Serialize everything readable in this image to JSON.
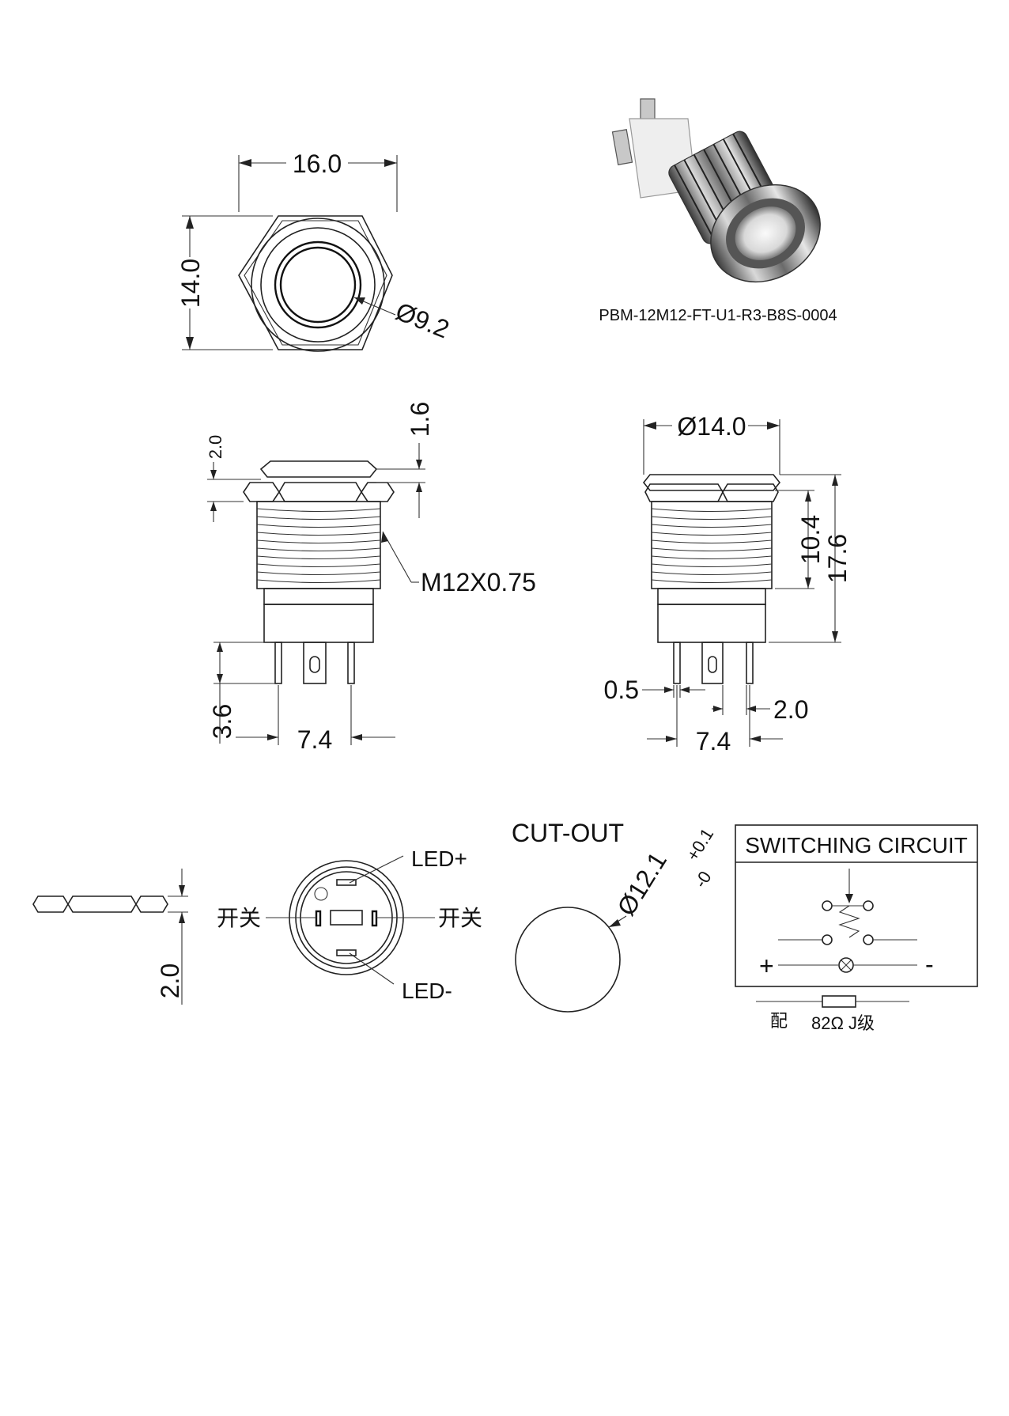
{
  "part_number": "PBM-12M12-FT-U1-R3-B8S-0004",
  "front_view": {
    "width": "16.0",
    "height": "14.0",
    "lens_diameter": "Ø9.2"
  },
  "side_view": {
    "head_thickness": "1.6",
    "nut_thickness": "2.0",
    "thread": "M12X0.75",
    "terminal_length": "3.6",
    "terminal_pitch": "7.4"
  },
  "rear_side_view": {
    "head_diameter": "Ø14.0",
    "thread_length": "10.4",
    "total_length": "17.6",
    "terminal_thickness": "0.5",
    "terminal_width": "2.0",
    "terminal_pitch": "7.4"
  },
  "nut_view": {
    "thickness": "2.0"
  },
  "terminal_view": {
    "led_plus": "LED+",
    "led_minus": "LED-",
    "switch_left": "开关",
    "switch_right": "开关"
  },
  "cutout": {
    "title": "CUT-OUT",
    "diameter": "Ø12.1",
    "tol_plus": "+0.1",
    "tol_minus": "-0"
  },
  "circuit": {
    "title": "SWITCHING CIRCUIT",
    "plus": "+",
    "minus": "-",
    "resistor_prefix": "配",
    "resistor_value": "82Ω J级"
  }
}
